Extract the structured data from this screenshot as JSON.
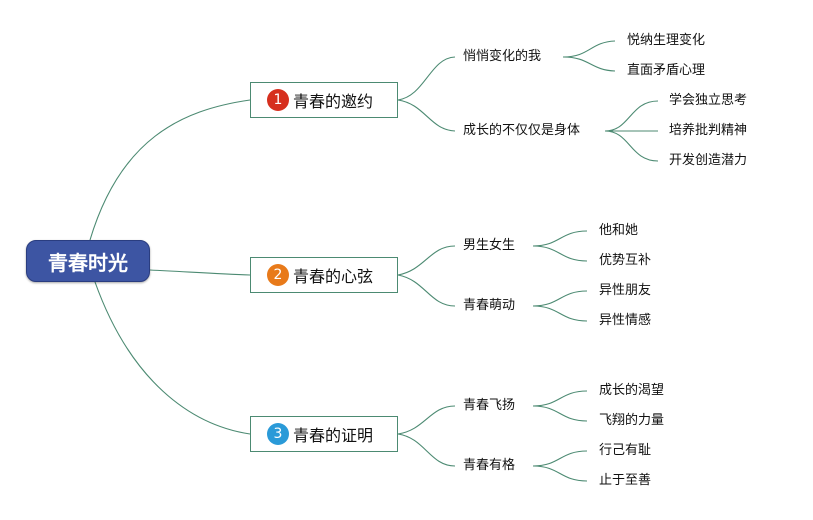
{
  "root": {
    "label": "青春时光"
  },
  "branches": [
    {
      "label": "青春的邀约",
      "badge": "1",
      "color": "#d62f1e",
      "children": [
        {
          "label": "悄悄变化的我",
          "leaves": [
            "悦纳生理变化",
            "直面矛盾心理"
          ]
        },
        {
          "label": "成长的不仅仅是身体",
          "leaves": [
            "学会独立思考",
            "培养批判精神",
            "开发创造潜力"
          ]
        }
      ]
    },
    {
      "label": "青春的心弦",
      "badge": "2",
      "color": "#e87a1a",
      "children": [
        {
          "label": "男生女生",
          "leaves": [
            "他和她",
            "优势互补"
          ]
        },
        {
          "label": "青春萌动",
          "leaves": [
            "异性朋友",
            "异性情感"
          ]
        }
      ]
    },
    {
      "label": "青春的证明",
      "badge": "3",
      "color": "#2a9ad8",
      "children": [
        {
          "label": "青春飞扬",
          "leaves": [
            "成长的渴望",
            "飞翔的力量"
          ]
        },
        {
          "label": "青春有格",
          "leaves": [
            "行己有耻",
            "止于至善"
          ]
        }
      ]
    }
  ],
  "colors": {
    "line": "#4c8a72",
    "root_bg": "#3d55a3"
  }
}
